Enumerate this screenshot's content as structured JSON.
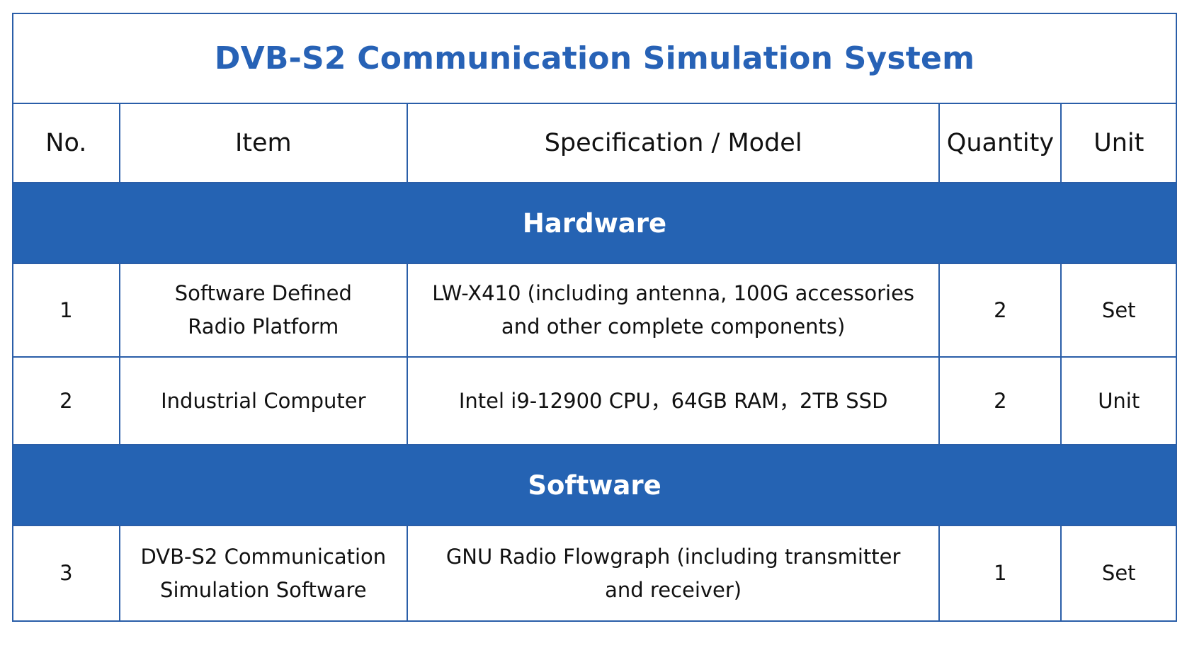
{
  "title": "DVB-S2 Communication Simulation System",
  "columns": [
    "No.",
    "Item",
    "Specification / Model",
    "Quantity",
    "Unit"
  ],
  "sections": [
    {
      "name": "Hardware",
      "rows": [
        {
          "no": "1",
          "item": "Software Defined Radio Platform",
          "spec": "LW-X410 (including antenna, 100G accessories and other complete components)",
          "quantity": "2",
          "unit": "Set"
        },
        {
          "no": "2",
          "item": "Industrial Computer",
          "spec": "Intel i9-12900 CPU，64GB RAM，2TB SSD",
          "quantity": "2",
          "unit": "Unit"
        }
      ]
    },
    {
      "name": "Software",
      "rows": [
        {
          "no": "3",
          "item": "DVB-S2 Communication Simulation Software",
          "spec": "GNU Radio Flowgraph (including transmitter and receiver)",
          "quantity": "1",
          "unit": "Set"
        }
      ]
    }
  ],
  "colors": {
    "accent": "#2563b3",
    "border": "#2a5ea8",
    "title": "#2762b6"
  }
}
